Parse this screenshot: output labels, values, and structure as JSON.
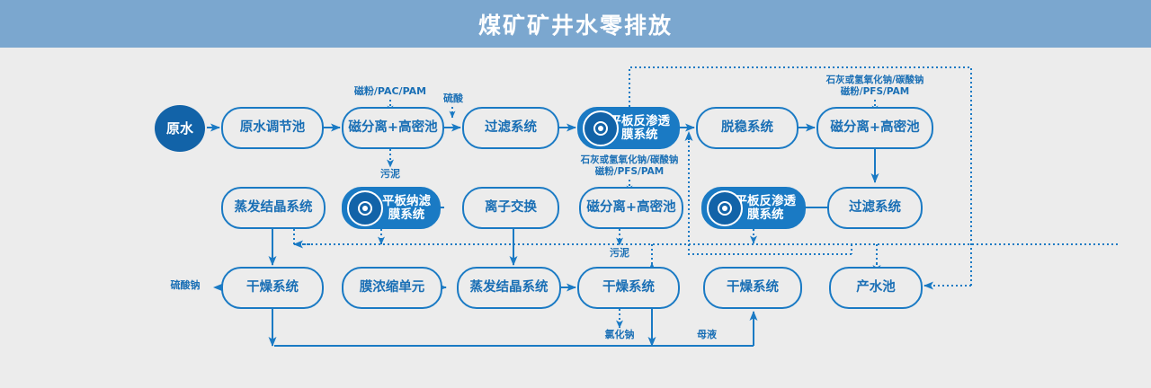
{
  "header": {
    "title": "煤矿矿井水零排放"
  },
  "theme": {
    "header_bg": "#7ba7cf",
    "canvas_bg": "#ececec",
    "line": "#1a7ac4",
    "text": "#1a6fb5",
    "filled_node": "#1a7ac4",
    "circle_node": "#1263a8"
  },
  "nodes": {
    "raw_water": {
      "label": "原水"
    },
    "raw_water_tank": {
      "label": "原水调节池"
    },
    "mag_sep_1": {
      "label": "磁分离+高密池"
    },
    "filter_1": {
      "label": "过滤系统"
    },
    "flat_ro_1": {
      "label": "平板反渗透\n膜系统",
      "icon": "membrane-disc-icon"
    },
    "destab": {
      "label": "脱稳系统"
    },
    "mag_sep_2": {
      "label": "磁分离+高密池"
    },
    "filter_2": {
      "label": "过滤系统"
    },
    "flat_ro_2": {
      "label": "平板反渗透\n膜系统",
      "icon": "membrane-disc-icon"
    },
    "mag_sep_3": {
      "label": "磁分离+高密池"
    },
    "ion_exchange": {
      "label": "离子交换"
    },
    "flat_nf": {
      "label": "平板纳滤\n膜系统",
      "icon": "membrane-disc-icon"
    },
    "evap_cryst_1": {
      "label": "蒸发结晶系统"
    },
    "dryer_1": {
      "label": "干燥系统"
    },
    "membrane_conc": {
      "label": "膜浓缩单元"
    },
    "evap_cryst_2": {
      "label": "蒸发结晶系统"
    },
    "dryer_2": {
      "label": "干燥系统"
    },
    "dryer_3": {
      "label": "干燥系统"
    },
    "product_pool": {
      "label": "产水池"
    }
  },
  "labels": {
    "dosing_1": "磁粉/PAC/PAM",
    "sulfuric": "硫酸",
    "sludge_1": "污泥",
    "dosing_2": "石灰或氢氧化钠/碳酸钠\n磁粉/PFS/PAM",
    "dosing_3": "石灰或氢氧化钠/碳酸钠\n磁粉/PFS/PAM",
    "sludge_2": "污泥",
    "sodium_sulfate": "硫酸钠",
    "sodium_chloride": "氯化钠",
    "mother_liquor": "母液"
  }
}
